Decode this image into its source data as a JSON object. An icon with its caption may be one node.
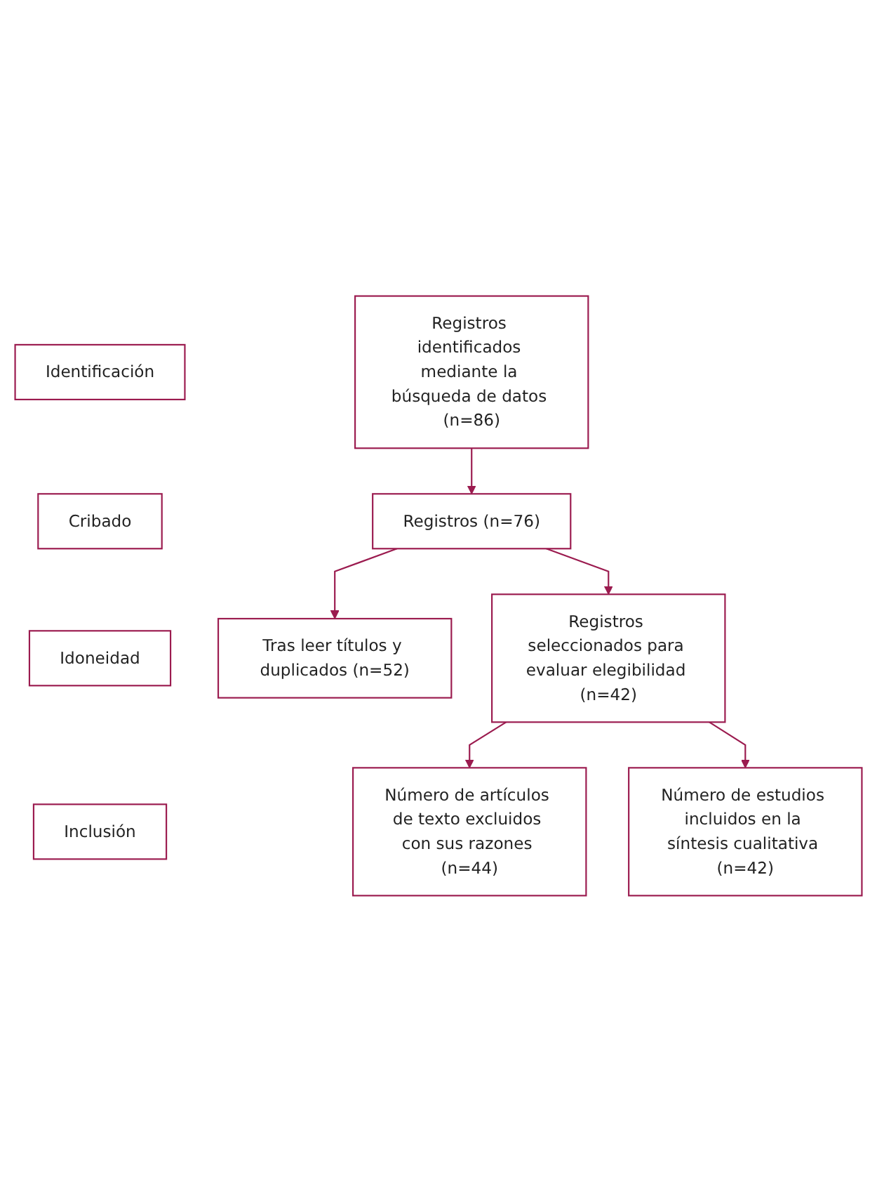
{
  "diagram": {
    "nodes": [
      {
        "text": [
          "Identificación"
        ]
      },
      {
        "text": [
          "Registros identificados mediante la búsqueda de datos (n=86)"
        ]
      },
      {
        "text": [
          "Cribado"
        ]
      },
      {
        "text": [
          "Registros (n=76)"
        ]
      },
      {
        "text": [
          "Tras leer títulos y duplicados (n=52)"
        ]
      },
      {
        "text": [
          "Idoneidad"
        ]
      },
      {
        "text": [
          "Registros seleccionados para evaluar elegibilidad (n=42)"
        ]
      },
      {
        "text": [
          "Número de artículos de texto excluidos con sus razones (n=44)"
        ]
      },
      {
        "text": [
          "Inclusión"
        ]
      },
      {
        "text": [
          "Número de estudios incluidos en la síntesis cualitativa (n=42)"
        ]
      }
    ],
    "edges": [
      {
        "from": 1,
        "to": 3,
        "arrow": "to"
      },
      {
        "from": 3,
        "to": 4,
        "arrow": "to"
      },
      {
        "from": 3,
        "to": 6,
        "arrow": "to"
      },
      {
        "from": 6,
        "to": 7,
        "arrow": "to"
      },
      {
        "from": 6,
        "to": 9,
        "arrow": "to"
      }
    ]
  }
}
